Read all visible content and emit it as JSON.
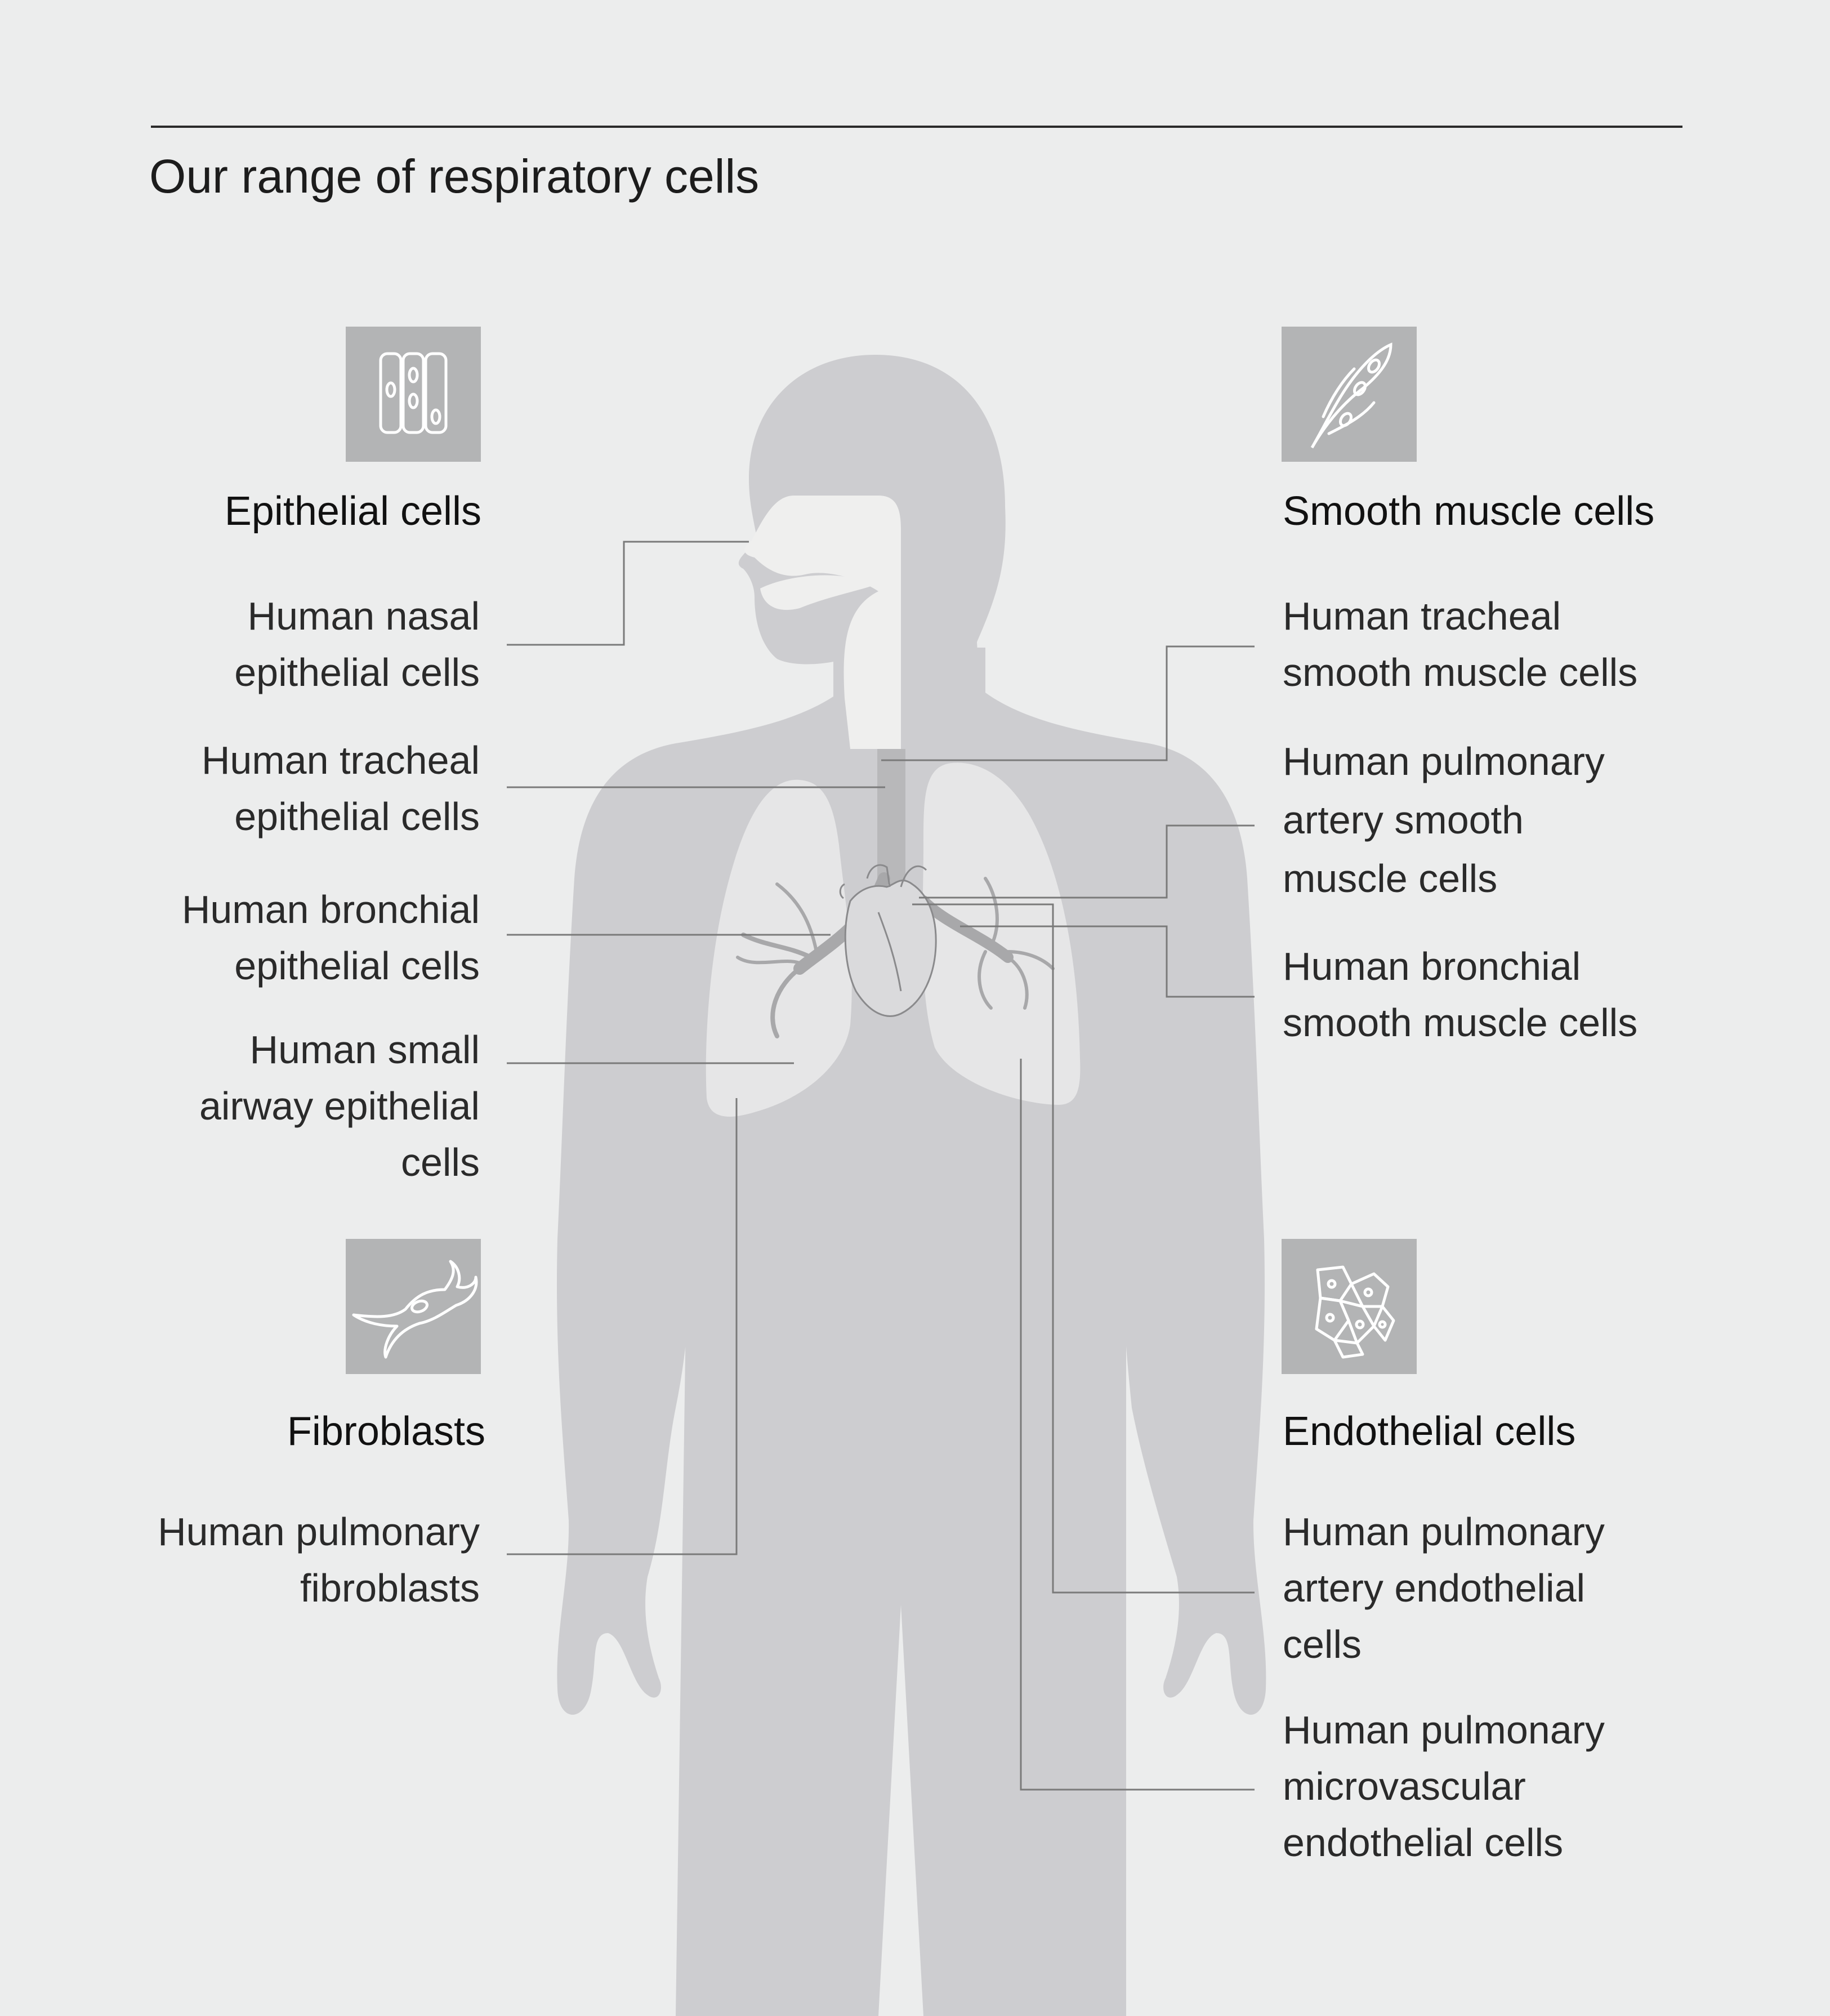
{
  "title": "Our range of respiratory cells",
  "colors": {
    "background": "#eceded",
    "body_silhouette": "#cdcdd0",
    "lungs": "#e6e6e7",
    "airway": "#efefee",
    "icon_box": "#b3b4b5",
    "leader_line": "#7a7a7a"
  },
  "groups": {
    "epithelial": {
      "heading": "Epithelial cells",
      "icon": "epithelial-cells-icon",
      "items": [
        [
          "Human nasal",
          "epithelial cells"
        ],
        [
          "Human tracheal",
          "epithelial cells"
        ],
        [
          "Human bronchial",
          "epithelial cells"
        ],
        [
          "Human small",
          "airway epithelial",
          "cells"
        ]
      ]
    },
    "fibroblasts": {
      "heading": "Fibroblasts",
      "icon": "fibroblast-icon",
      "items": [
        [
          "Human pulmonary",
          "fibroblasts"
        ]
      ]
    },
    "smooth_muscle": {
      "heading": "Smooth muscle cells",
      "icon": "smooth-muscle-cells-icon",
      "items": [
        [
          "Human tracheal",
          "smooth muscle cells"
        ],
        [
          "Human pulmonary",
          "artery smooth",
          "muscle cells"
        ],
        [
          "Human bronchial",
          "smooth muscle cells"
        ]
      ]
    },
    "endothelial": {
      "heading": "Endothelial cells",
      "icon": "endothelial-cells-icon",
      "items": [
        [
          "Human pulmonary",
          "artery endothelial",
          "cells"
        ],
        [
          "Human pulmonary",
          "microvascular",
          "endothelial cells"
        ]
      ]
    }
  }
}
